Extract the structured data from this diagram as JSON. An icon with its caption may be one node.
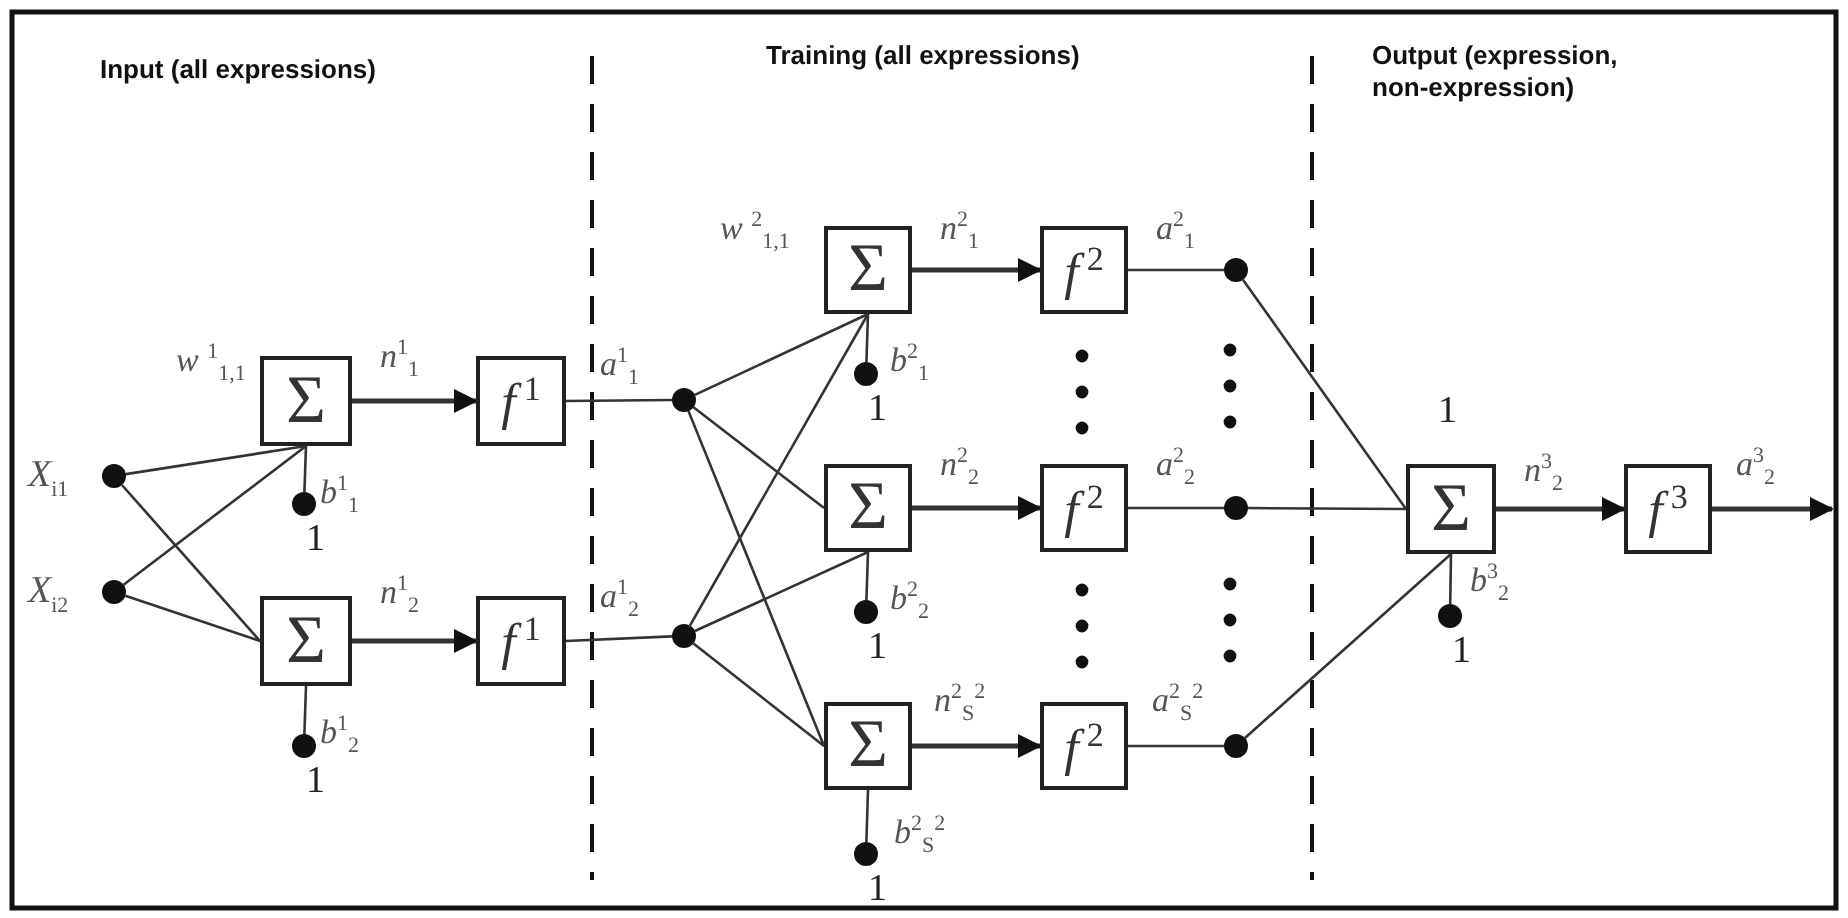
{
  "diagram": {
    "nodes": [
      {
        "text": [],
        "shape": "circle",
        "beside": [
          "*X*$_{i1}$"
        ]
      },
      {
        "text": [],
        "shape": "circle",
        "beside": [
          "*X*$_{i2}$"
        ]
      },
      {
        "text": [
          "Σ"
        ]
      },
      {
        "text": [],
        "shape": "circle",
        "beside": [
          "1"
        ]
      },
      {
        "text": [
          "Σ"
        ]
      },
      {
        "text": [],
        "shape": "circle",
        "beside": [
          "1"
        ]
      },
      {
        "text": [
          "*f*$^{1}$"
        ]
      },
      {
        "text": [
          "*f*$^{1}$"
        ]
      },
      {
        "text": [],
        "shape": "circle"
      },
      {
        "text": [],
        "shape": "circle"
      },
      {
        "text": [
          "Σ"
        ]
      },
      {
        "text": [],
        "shape": "circle",
        "beside": [
          "1"
        ]
      },
      {
        "text": [
          "Σ"
        ]
      },
      {
        "text": [],
        "shape": "circle",
        "beside": [
          "1"
        ]
      },
      {
        "text": [
          "Σ"
        ]
      },
      {
        "text": [],
        "shape": "circle",
        "beside": [
          "1"
        ]
      },
      {
        "text": [
          "*f*$^{2}$"
        ]
      },
      {
        "text": [
          "*f*$^{2}$"
        ]
      },
      {
        "text": [
          "*f*$^{2}$"
        ]
      },
      {
        "text": [],
        "shape": "circle"
      },
      {
        "text": [],
        "shape": "circle"
      },
      {
        "text": [],
        "shape": "circle"
      },
      {
        "text": [
          "Σ"
        ]
      },
      {
        "text": [],
        "shape": "circle",
        "beside": [
          "1"
        ]
      },
      {
        "text": [
          "*f*$^{3}$"
        ]
      }
    ],
    "edges": [
      {
        "from": 0,
        "to": 2,
        "arrow": "none"
      },
      {
        "from": 0,
        "to": 4,
        "arrow": "none"
      },
      {
        "from": 1,
        "to": 2,
        "arrow": "none"
      },
      {
        "from": 1,
        "to": 4,
        "arrow": "none"
      },
      {
        "from": 3,
        "to": 2,
        "arrow": "none",
        "label": "*b*$^{1}$$_{1}$"
      },
      {
        "from": 5,
        "to": 4,
        "arrow": "none",
        "label": "*b*$^{1}$$_{2}$"
      },
      {
        "from": 2,
        "to": 6,
        "arrow": "to",
        "label": "*n*$^{1}$$_{1}$"
      },
      {
        "from": 4,
        "to": 7,
        "arrow": "to",
        "label": "*n*$^{1}$$_{2}$"
      },
      {
        "from": 6,
        "to": 8,
        "arrow": "none",
        "label": "*a*$^{1}$$_{1}$"
      },
      {
        "from": 7,
        "to": 9,
        "arrow": "none",
        "label": "*a*$^{1}$$_{2}$"
      },
      {
        "from": 8,
        "to": 10,
        "arrow": "none"
      },
      {
        "from": 8,
        "to": 12,
        "arrow": "none"
      },
      {
        "from": 8,
        "to": 14,
        "arrow": "none"
      },
      {
        "from": 9,
        "to": 10,
        "arrow": "none"
      },
      {
        "from": 9,
        "to": 12,
        "arrow": "none"
      },
      {
        "from": 9,
        "to": 14,
        "arrow": "none"
      },
      {
        "from": 11,
        "to": 10,
        "arrow": "none",
        "label": "*b*$^{2}$$_{1}$"
      },
      {
        "from": 13,
        "to": 12,
        "arrow": "none",
        "label": "*b*$^{2}$$_{2}$"
      },
      {
        "from": 15,
        "to": 14,
        "arrow": "none",
        "label": "*b*$^{2}$$_{S}$$^{2}$"
      },
      {
        "from": 10,
        "to": 16,
        "arrow": "to",
        "label": "*n*$^{2}$$_{1}$"
      },
      {
        "from": 12,
        "to": 17,
        "arrow": "to",
        "label": "*n*$^{2}$$_{2}$"
      },
      {
        "from": 14,
        "to": 18,
        "arrow": "to",
        "label": "*n*$^{2}$$_{S}$$^{2}$"
      },
      {
        "from": 16,
        "to": 19,
        "arrow": "none",
        "label": "*a*$^{2}$$_{1}$"
      },
      {
        "from": 17,
        "to": 20,
        "arrow": "none",
        "label": "*a*$^{2}$$_{2}$"
      },
      {
        "from": 18,
        "to": 21,
        "arrow": "none",
        "label": "*a*$^{2}$$_{S}$$^{2}$"
      },
      {
        "from": 19,
        "to": 22,
        "arrow": "none"
      },
      {
        "from": 20,
        "to": 22,
        "arrow": "none"
      },
      {
        "from": 21,
        "to": 22,
        "arrow": "none"
      },
      {
        "from": 23,
        "to": 22,
        "arrow": "none",
        "label": "*b*$^{3}$$_{2}$"
      },
      {
        "from": 22,
        "to": 24,
        "arrow": "to",
        "label": "*n*$^{3}$$_{2}$"
      },
      {
        "from": 24,
        "to": null,
        "arrow": "to",
        "label": "*a*$^{3}$$_{2}$"
      }
    ],
    "labels": [
      "Input (all expressions)",
      "Training (all expressions)",
      "Output (expression, non-expression)",
      "*w* $^{1}$$_{1,1}$",
      "*w* $^{2}$$_{1,1}$",
      "1"
    ]
  }
}
